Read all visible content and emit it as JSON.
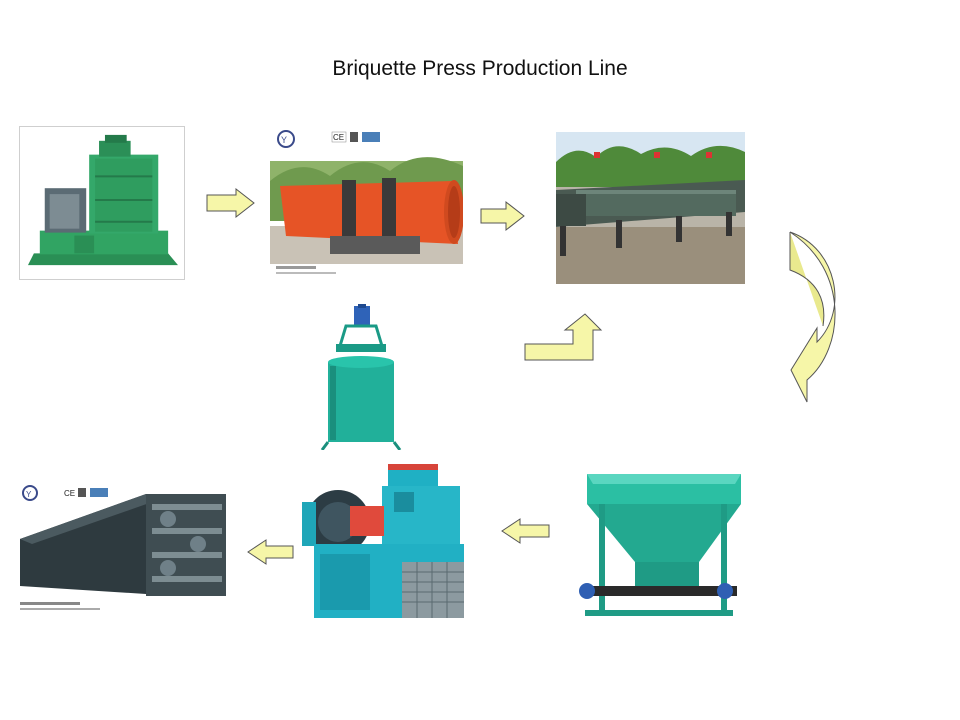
{
  "title": "Briquette Press Production Line",
  "colors": {
    "arrow_fill": "#f6f6a8",
    "arrow_stroke": "#555555",
    "machine_green": "#2fa36b",
    "machine_teal": "#1fb0a5",
    "dryer_orange": "#e8552a",
    "background": "#ffffff"
  },
  "machines": [
    {
      "name": "vertical-crusher"
    },
    {
      "name": "rotary-dryer",
      "logo_text": "CE"
    },
    {
      "name": "screw-conveyor"
    },
    {
      "name": "feeder-hopper"
    },
    {
      "name": "briquette-press"
    },
    {
      "name": "mixer"
    },
    {
      "name": "mesh-belt-dryer",
      "logo_text": "CE"
    }
  ],
  "arrows": [
    {
      "name": "arrow-crusher-to-dryer",
      "direction": "right"
    },
    {
      "name": "arrow-dryer-to-conveyor",
      "direction": "right"
    },
    {
      "name": "arrow-conveyor-to-hopper",
      "direction": "curved-down"
    },
    {
      "name": "arrow-hopper-to-press",
      "direction": "left"
    },
    {
      "name": "arrow-press-to-belt-dryer",
      "direction": "left"
    },
    {
      "name": "arrow-mixer-to-conveyor",
      "direction": "bent-up"
    }
  ]
}
